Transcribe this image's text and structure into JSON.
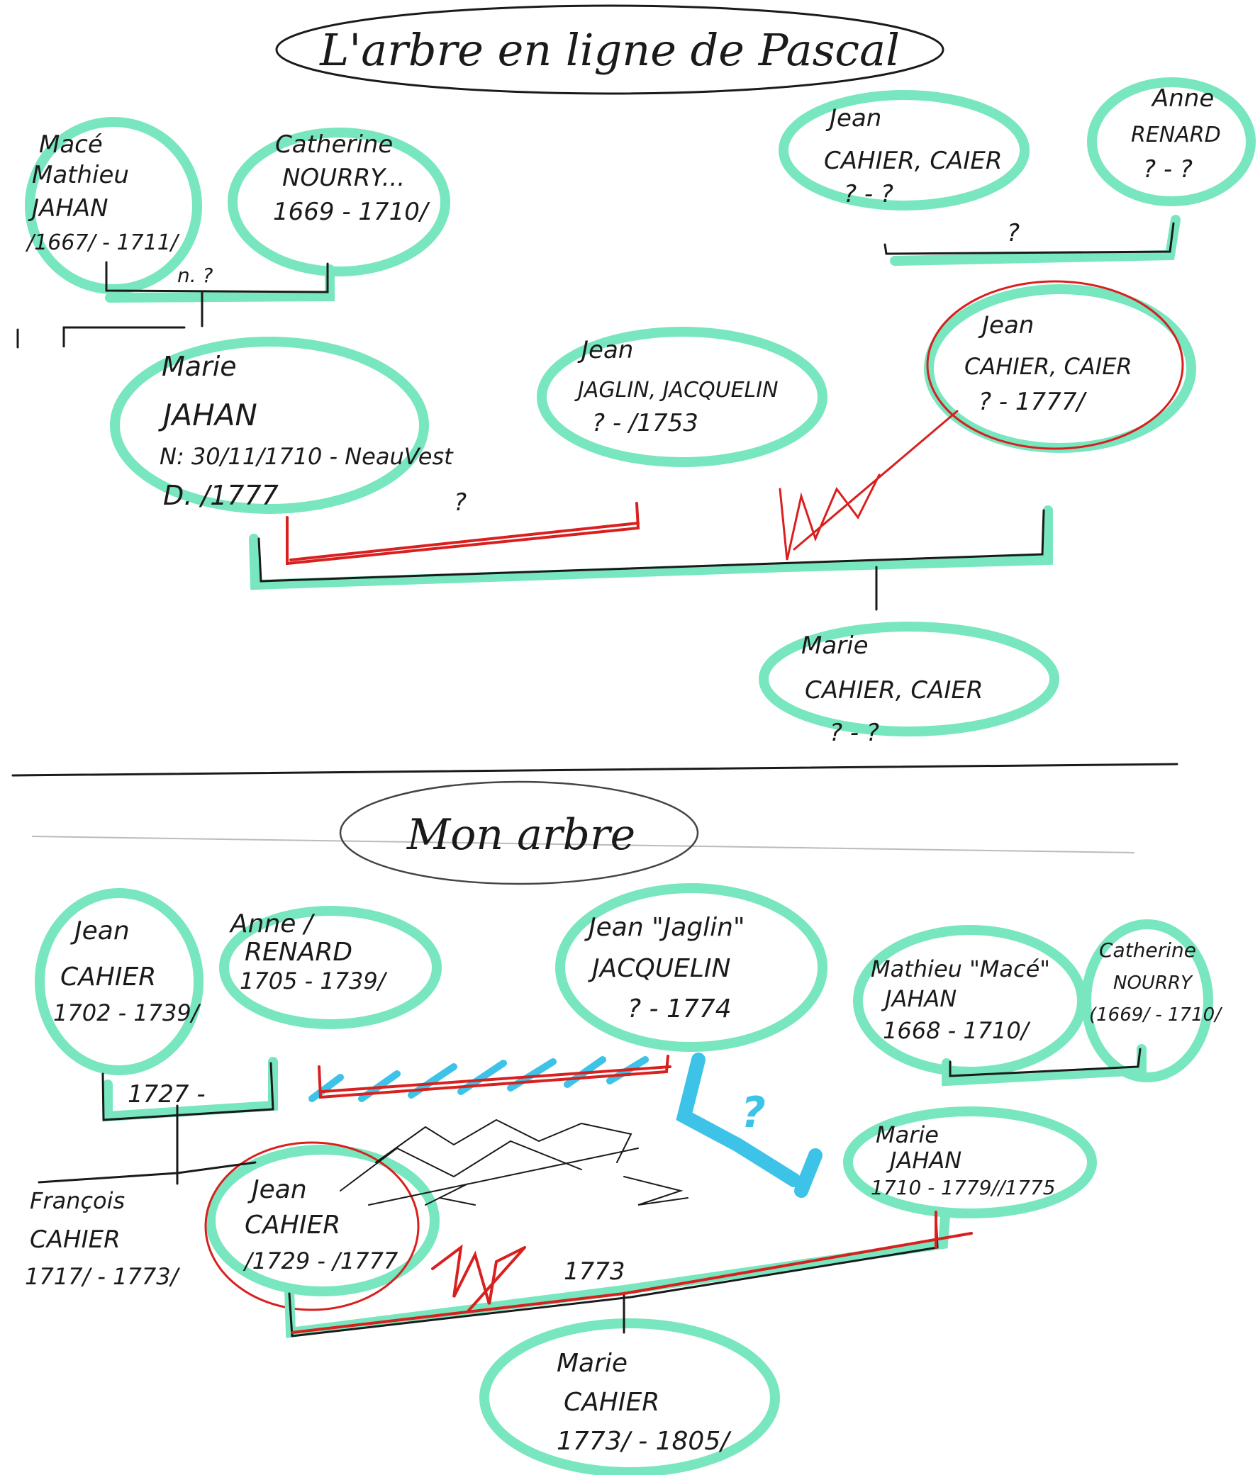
{
  "colors": {
    "highlight": "#78e6bf",
    "red": "#d8201f",
    "blue": "#3ec3e8",
    "ink": "#1a1a1a"
  },
  "online_tree": {
    "title": "L'arbre en ligne de Pascal",
    "persons": [
      {
        "lines": [
          "Macé",
          "Mathieu",
          "JAHAN",
          "/1667/ - 1711/"
        ]
      },
      {
        "lines": [
          "Catherine",
          "NOURRY...",
          "1669 - 1710/"
        ]
      },
      {
        "lines": [
          "Jean",
          "CAHIER, CAIER",
          "? - ?"
        ]
      },
      {
        "lines": [
          "Anne",
          "RENARD",
          "? - ?"
        ]
      },
      {
        "lines": [
          "Marie",
          "JAHAN",
          "N: 30/11/1710 - NeauVest",
          "D. /1777"
        ]
      },
      {
        "lines": [
          "Jean",
          "JAGLIN, JACQUELIN",
          "? - /1753"
        ]
      },
      {
        "lines": [
          "Jean",
          "CAHIER, CAIER",
          "? - 1777/"
        ]
      },
      {
        "lines": [
          "Marie",
          "CAHIER, CAIER",
          "? - ?"
        ]
      }
    ],
    "union_labels": {
      "jahan_nourry": "n. ?",
      "cahier_renard": "?",
      "jahan_jaglin": "?"
    }
  },
  "my_tree": {
    "title": "Mon arbre",
    "persons": [
      {
        "lines": [
          "Jean",
          "CAHIER",
          "1702 - 1739/"
        ]
      },
      {
        "lines": [
          "Anne /",
          "RENARD",
          "1705 - 1739/"
        ]
      },
      {
        "lines": [
          "Jean \"Jaglin\"",
          "JACQUELIN",
          "? - 1774"
        ]
      },
      {
        "lines": [
          "Mathieu \"Macé\"",
          "JAHAN",
          "1668 - 1710/"
        ]
      },
      {
        "lines": [
          "Catherine",
          "NOURRY",
          "(1669/ - 1710/"
        ]
      },
      {
        "lines": [
          "François",
          "CAHIER",
          "1717/ - 1773/"
        ]
      },
      {
        "lines": [
          "Jean",
          "CAHIER",
          "/1729 - /1777"
        ]
      },
      {
        "lines": [
          "Marie",
          "JAHAN",
          "1710 - 1779//1775"
        ]
      },
      {
        "lines": [
          "Marie",
          "CAHIER",
          "1773/ - 1805/"
        ]
      }
    ],
    "union_labels": {
      "cahier_renard": "1727 -",
      "cahier_jahan": "1773",
      "question": "?"
    }
  }
}
